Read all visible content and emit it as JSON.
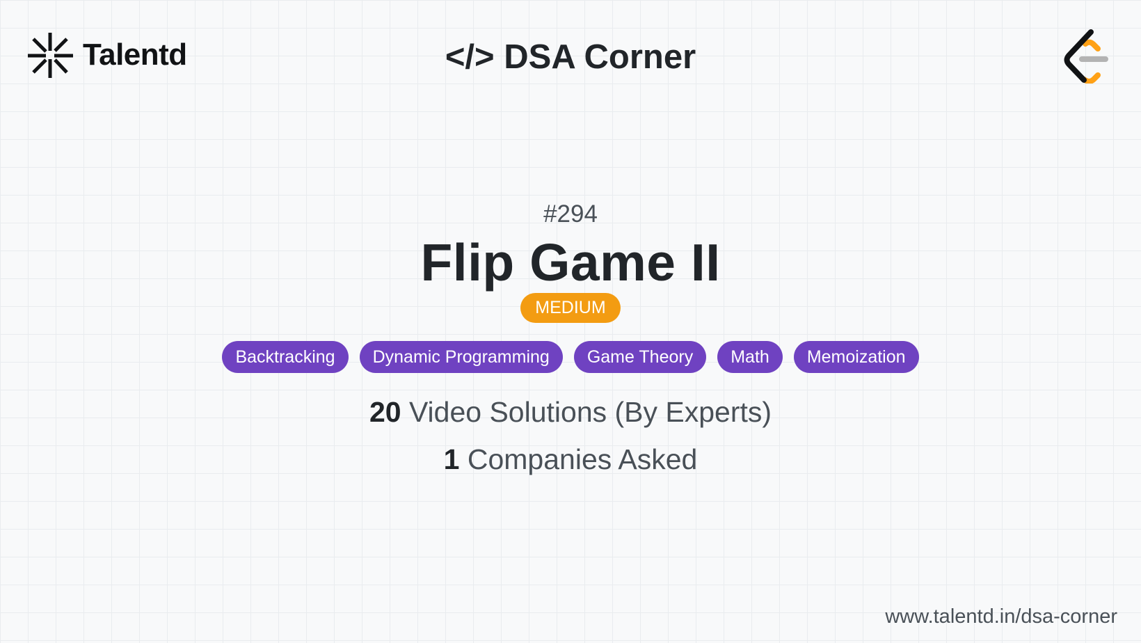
{
  "header": {
    "brand_name": "Talentd",
    "brand_icon": "talentd-star-icon",
    "title": "</> DSA Corner",
    "right_logo": "leetcode-logo-icon"
  },
  "problem": {
    "number": "#294",
    "title": "Flip Game II",
    "difficulty": "MEDIUM",
    "difficulty_color": "#f39c12",
    "tags": [
      "Backtracking",
      "Dynamic Programming",
      "Game Theory",
      "Math",
      "Memoization"
    ],
    "tag_color": "#6f42c1"
  },
  "stats": {
    "video_count": "20",
    "video_label": " Video Solutions (By Experts)",
    "company_count": "1",
    "company_label": " Companies Asked"
  },
  "footer": {
    "url": "www.talentd.in/dsa-corner"
  }
}
